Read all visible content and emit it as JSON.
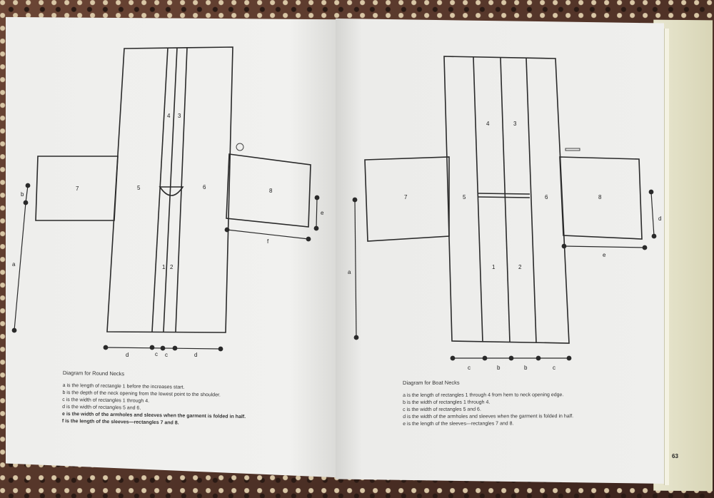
{
  "left": {
    "labels": {
      "r4": "4",
      "r3": "3",
      "r5": "5",
      "r6": "6",
      "r1": "1",
      "r2": "2",
      "r7": "7",
      "r8": "8",
      "a": "a",
      "b": "b",
      "e": "e",
      "f": "f",
      "d1": "d",
      "c1": "c",
      "c2": "c",
      "d2": "d"
    },
    "caption_title": "Diagram for Round Necks",
    "caption_lines": [
      "a is the length of rectangle 1 before the increases start.",
      "b is the depth of the neck opening from the lowest point to the shoulder.",
      "c is the width of rectangles 1 through 4.",
      "d is the width of rectangles 5 and 6.",
      "e is the width of the armholes and sleeves when the garment is folded in half.",
      "f is the length of the sleeves—rectangles 7 and 8."
    ]
  },
  "right": {
    "labels": {
      "r4": "4",
      "r3": "3",
      "r5": "5",
      "r6": "6",
      "r1": "1",
      "r2": "2",
      "r7": "7",
      "r8": "8",
      "a": "a",
      "d": "d",
      "e": "e",
      "c1": "c",
      "b1": "b",
      "b2": "b",
      "c2": "c"
    },
    "caption_title": "Diagram for Boat Necks",
    "caption_lines": [
      "a is the length of rectangles 1 through 4 from hem to neck opening edge.",
      "b is the width of rectangles 1 through 4.",
      "c is the width of rectangles 5 and 6.",
      "d is the width of the armholes and sleeves when the garment is folded in half.",
      "e is the length of the sleeves—rectangles 7 and 8."
    ]
  },
  "page_number": "63"
}
